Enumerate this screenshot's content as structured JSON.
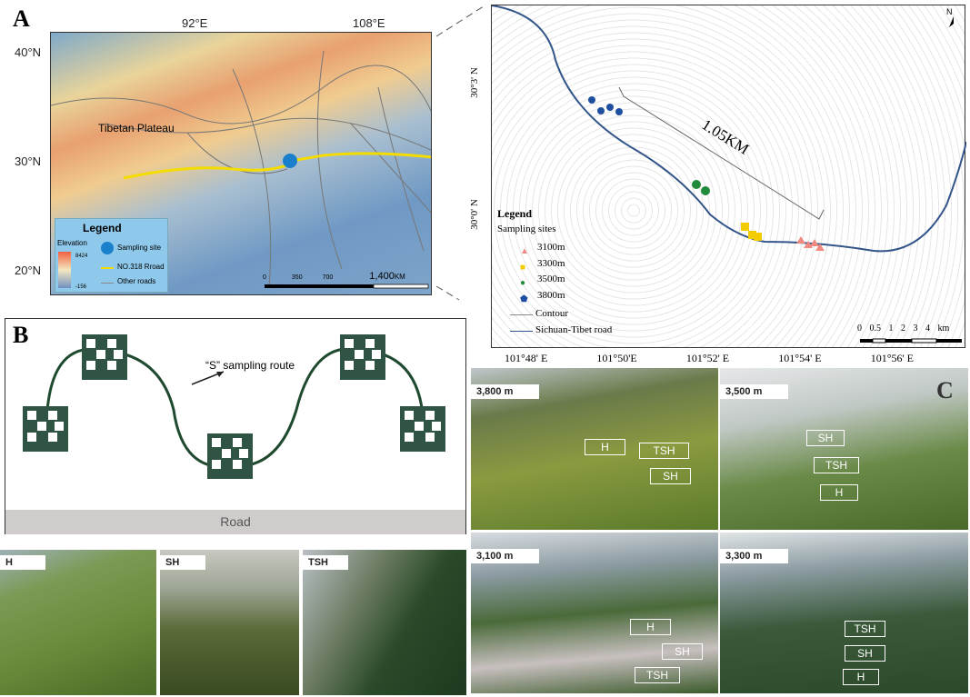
{
  "panel_labels": {
    "a": "A",
    "b": "B",
    "c": "C"
  },
  "mapA": {
    "lon_ticks": [
      "92°E",
      "108°E"
    ],
    "lat_ticks": [
      "40°N",
      "30°N",
      "20°N"
    ],
    "region_label": "Tibetan Plateau",
    "legend": {
      "title": "Legend",
      "elevation_label": "Elevation",
      "elev_max": "8424",
      "elev_min": "-156",
      "items": [
        "Sampling site",
        "NO.318 Rroad",
        "Other roads"
      ]
    },
    "scale": [
      "0",
      "350",
      "700",
      "1,400"
    ],
    "scale_unit": "KM"
  },
  "mapB": {
    "north": "N",
    "distance_label": "1.05KM",
    "lat_ticks": [
      "30°3' N",
      "30°0' N"
    ],
    "lon_ticks": [
      "101°48' E",
      "101°50'E",
      "101°52' E",
      "101°54' E",
      "101°56' E"
    ],
    "legend": {
      "title": "Legend",
      "subtitle": "Sampling sites",
      "items": [
        {
          "label": "3100m",
          "color": "#f08a80"
        },
        {
          "label": "3300m",
          "color": "#f2cc00"
        },
        {
          "label": "3500m",
          "color": "#1f8a3a"
        },
        {
          "label": "3800m",
          "color": "#1f4fa0"
        }
      ],
      "contour": "Contour",
      "road": "Sichuan-Tibet road"
    },
    "scale": [
      "0",
      "0.5",
      "1",
      "2",
      "3",
      "4"
    ],
    "scale_unit": "km"
  },
  "panelB": {
    "route_label": "“S” sampling route",
    "road_label": "Road"
  },
  "habitat_photos": [
    "H",
    "SH",
    "TSH"
  ],
  "panelC": [
    {
      "elev": "3,800 m",
      "boxes": [
        "H",
        "TSH",
        "SH"
      ]
    },
    {
      "elev": "3,500 m",
      "boxes": [
        "SH",
        "TSH",
        "H"
      ]
    },
    {
      "elev": "3,100 m",
      "boxes": [
        "H",
        "SH",
        "TSH"
      ]
    },
    {
      "elev": "3,300 m",
      "boxes": [
        "TSH",
        "SH",
        "H"
      ]
    }
  ]
}
